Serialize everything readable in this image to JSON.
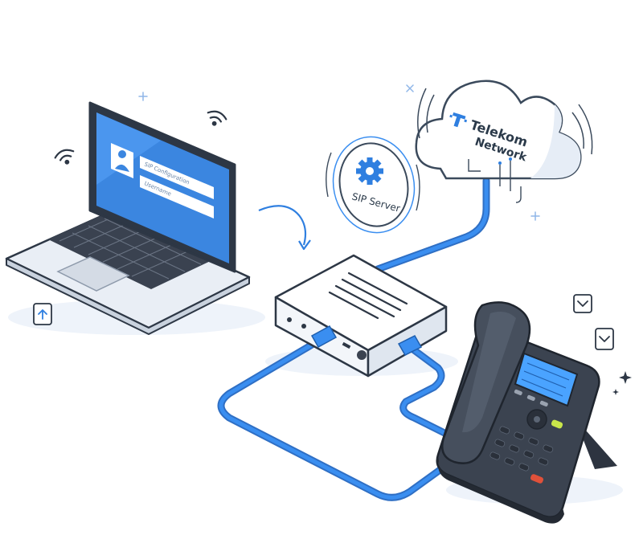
{
  "cloud": {
    "brand_line1": "Telekom",
    "brand_line2": "Network",
    "icon": "telekom-t-logo-icon"
  },
  "sip_server": {
    "label": "SIP Server",
    "icon": "gear-icon"
  },
  "laptop": {
    "screen_field1": "SIP Configuration",
    "screen_field2": "Username",
    "screen_icon": "user-avatar-icon"
  },
  "colors": {
    "accent": "#2f7fe0",
    "cable": "#3a8ef0",
    "screen_blue": "#3b86e0",
    "dark_device": "#3b4350",
    "phone_display": "#4aa3ff",
    "call_button": "#e0513a",
    "answer_button": "#c9e64a"
  },
  "decor_icons": [
    "wifi-icon",
    "wifi-icon",
    "sparkle-icon",
    "upload-arrow-icon",
    "chevron-down-badge-icon",
    "chevron-down-badge-icon",
    "curved-arrow-icon"
  ]
}
